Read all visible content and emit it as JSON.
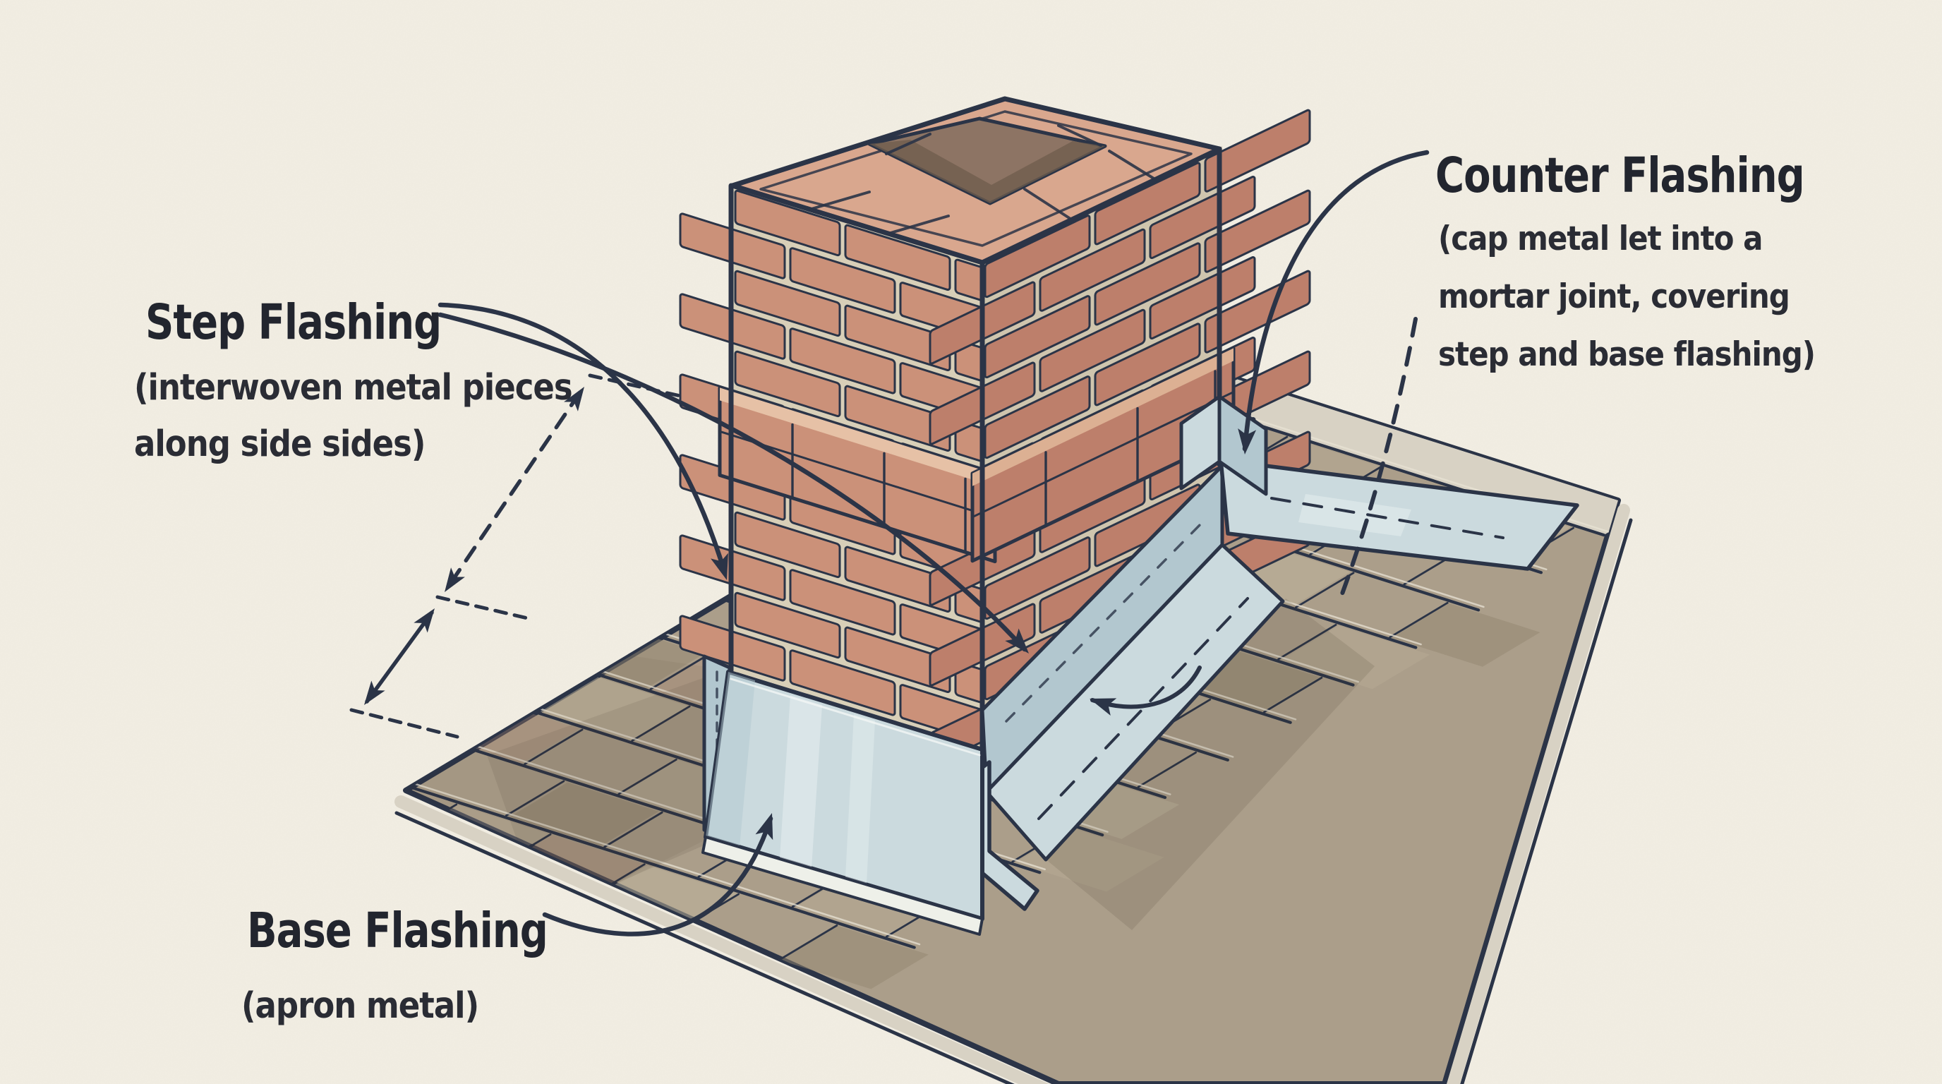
{
  "diagram": {
    "labels": {
      "step": {
        "title": "Step Flashing",
        "caption1": "(interwoven metal pieces",
        "caption2": "along side sides)"
      },
      "counter": {
        "title": "Counter Flashing",
        "caption1": "(cap metal let into a",
        "caption2": "mortar joint, covering",
        "caption3": "step and base flashing)"
      },
      "base": {
        "title": "Base Flashing",
        "caption1": "(apron metal)"
      }
    }
  },
  "colors": {
    "paper": "#f2eee3",
    "ink": "#2b3447",
    "text": "#22252e",
    "brick": "#cb9179",
    "brickDark": "#bd7f6b",
    "brickTop": "#d9a78e",
    "brickTopLight": "#e6c1a6",
    "brickTopDark": "#dcb093",
    "mortar": "#d8cfb8",
    "mortarDark": "#cfc5ae",
    "metal": "#cbdade",
    "metalShade": "#b2c7cf",
    "metalLight": "#e7eff0",
    "shingle": "#ab9e8a",
    "shingleDark": "#93866f",
    "shingleLight": "#c2b59e",
    "deck": "#d8d2c4",
    "flue": "#8d7464",
    "flueShadow": "#6f5c4c",
    "paperline": "#e9e3d5"
  }
}
